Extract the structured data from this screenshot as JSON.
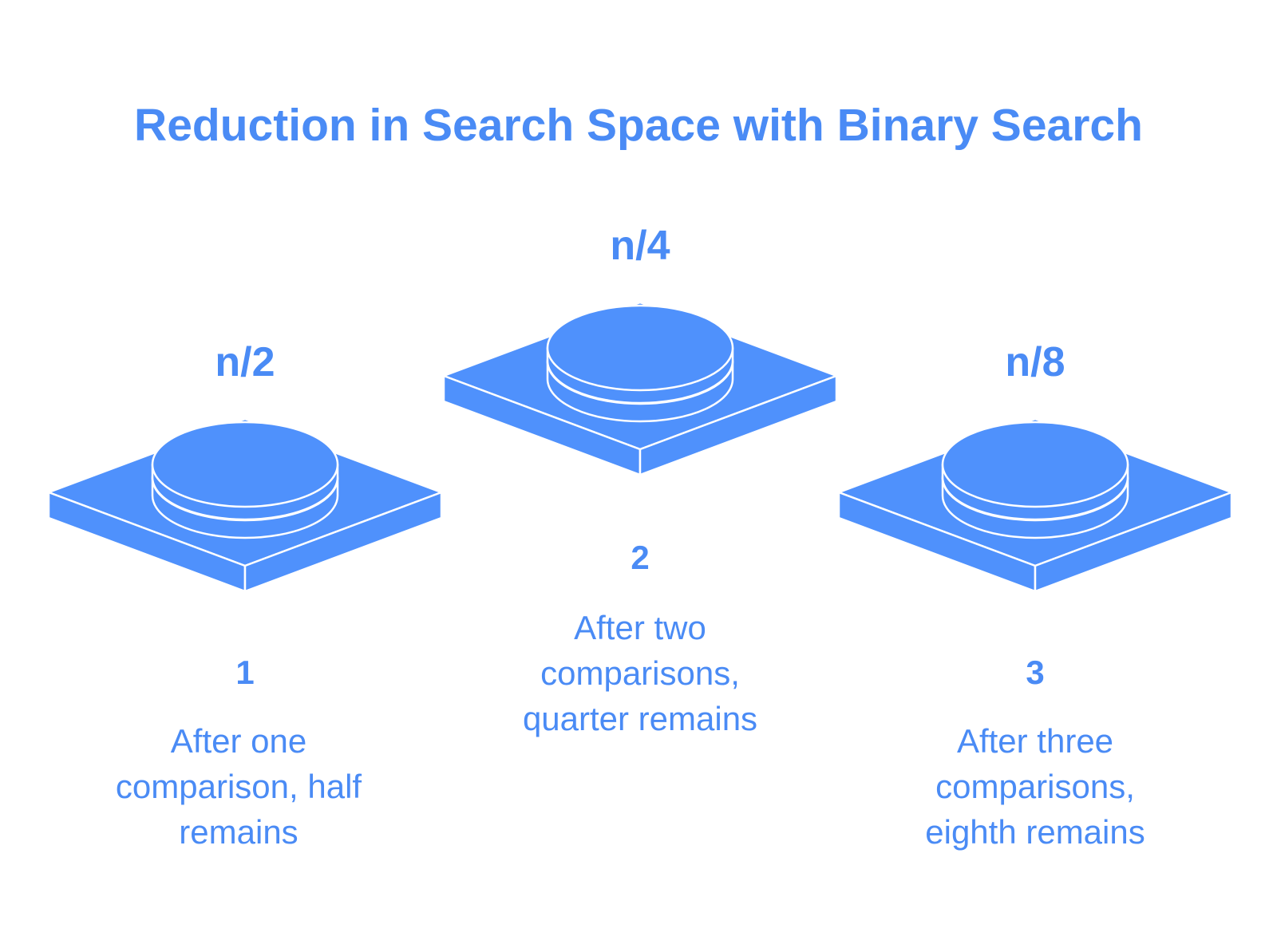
{
  "title": "Reduction in Search Space with Binary Search",
  "colors": {
    "accent": "#4f91fc",
    "text": "#4a8bf5",
    "stroke": "#ffffff"
  },
  "stages": [
    {
      "amount": "n/2",
      "step": "1",
      "description_lines": [
        "After one",
        "comparison, half",
        "remains"
      ]
    },
    {
      "amount": "n/4",
      "step": "2",
      "description_lines": [
        "After two",
        "comparisons,",
        "quarter remains"
      ]
    },
    {
      "amount": "n/8",
      "step": "3",
      "description_lines": [
        "After three",
        "comparisons,",
        "eighth remains"
      ]
    }
  ]
}
